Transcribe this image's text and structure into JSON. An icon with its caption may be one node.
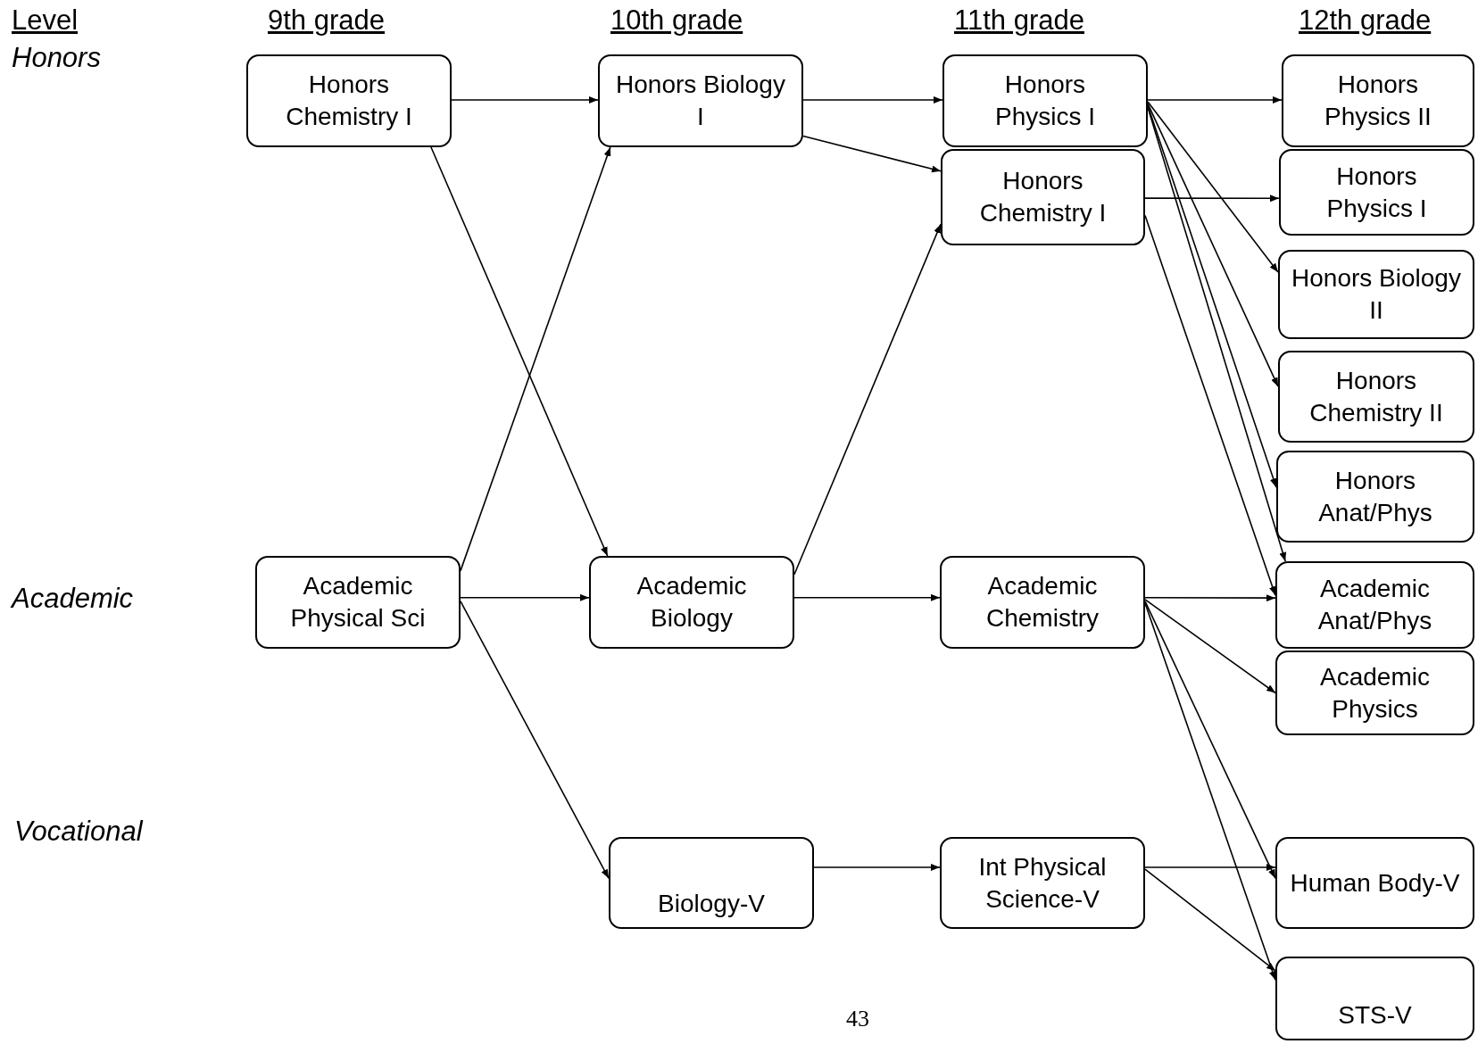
{
  "diagram": {
    "nodes": [
      {
        "text": [
          "Honors Chemistry I"
        ]
      },
      {
        "text": [
          "Honors Biology I"
        ]
      },
      {
        "text": [
          "Honors Physics I"
        ]
      },
      {
        "text": [
          "Honors Chemistry I"
        ]
      },
      {
        "text": [
          "Honors Physics II"
        ]
      },
      {
        "text": [
          "Honors Physics I"
        ]
      },
      {
        "text": [
          "Honors Biology II"
        ]
      },
      {
        "text": [
          "Honors Chemistry II"
        ]
      },
      {
        "text": [
          "Honors Anat/Phys"
        ]
      },
      {
        "text": [
          "Academic Physical Sci"
        ]
      },
      {
        "text": [
          "Academic Biology"
        ]
      },
      {
        "text": [
          "Academic Chemistry"
        ]
      },
      {
        "text": [
          "Academic Anat/Phys"
        ]
      },
      {
        "text": [
          "Academic Physics"
        ]
      },
      {
        "text": [
          "Biology-V"
        ]
      },
      {
        "text": [
          "Int Physical Science-V"
        ]
      },
      {
        "text": [
          "Human Body-V"
        ]
      },
      {
        "text": [
          "STS-V"
        ]
      }
    ],
    "edges": [
      {
        "from": 0,
        "to": 1,
        "arrow": "to"
      },
      {
        "from": 0,
        "to": 10,
        "arrow": "to"
      },
      {
        "from": 1,
        "to": 2,
        "arrow": "to"
      },
      {
        "from": 1,
        "to": 3,
        "arrow": "to"
      },
      {
        "from": 9,
        "to": 1,
        "arrow": "to"
      },
      {
        "from": 9,
        "to": 10,
        "arrow": "to"
      },
      {
        "from": 9,
        "to": 14,
        "arrow": "to"
      },
      {
        "from": 10,
        "to": 3,
        "arrow": "to"
      },
      {
        "from": 10,
        "to": 11,
        "arrow": "to"
      },
      {
        "from": 2,
        "to": 4,
        "arrow": "to"
      },
      {
        "from": 2,
        "to": 6,
        "arrow": "to"
      },
      {
        "from": 2,
        "to": 7,
        "arrow": "to"
      },
      {
        "from": 2,
        "to": 8,
        "arrow": "to"
      },
      {
        "from": 2,
        "to": 12,
        "arrow": "to"
      },
      {
        "from": 3,
        "to": 5,
        "arrow": "to"
      },
      {
        "from": 3,
        "to": 12,
        "arrow": "to"
      },
      {
        "from": 11,
        "to": 12,
        "arrow": "to"
      },
      {
        "from": 11,
        "to": 13,
        "arrow": "to"
      },
      {
        "from": 11,
        "to": 16,
        "arrow": "to"
      },
      {
        "from": 11,
        "to": 17,
        "arrow": "to"
      },
      {
        "from": 14,
        "to": 15,
        "arrow": "to"
      },
      {
        "from": 15,
        "to": 16,
        "arrow": "to"
      },
      {
        "from": 15,
        "to": 17,
        "arrow": "to"
      }
    ],
    "labels": [
      "Level",
      "9th grade",
      "10th grade",
      "11th grade",
      "12th grade",
      "Honors",
      "Academic",
      "Vocational",
      "43"
    ]
  }
}
